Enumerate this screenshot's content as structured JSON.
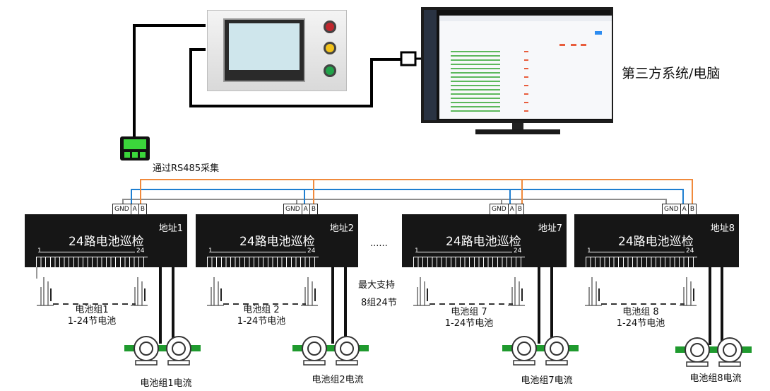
{
  "pc_label": "第三方系统/电脑",
  "rs485_label": "通过RS485采集",
  "ellipsis": "......",
  "max_support": [
    "最大支持",
    "8组24节"
  ],
  "module_title": "24路电池巡检",
  "gnd_labels": [
    "GND",
    "A",
    "B"
  ],
  "tick_first": "1",
  "tick_last": "24",
  "modules": [
    {
      "address": "地址1",
      "group": "电池组1",
      "cells": "1-24节电池",
      "current": "电池组1电流"
    },
    {
      "address": "地址2",
      "group": "电池组 2",
      "cells": "1-24节电池",
      "current": "电池组2电流"
    },
    {
      "address": "地址7",
      "group": "电池组 7",
      "cells": "1-24节电池",
      "current": "电池组7电流"
    },
    {
      "address": "地址8",
      "group": "电池组 8",
      "cells": "1-24节电池",
      "current": "电池组8电流"
    }
  ],
  "colors": {
    "bus_a": "#1f7fd1",
    "bus_b": "#f08a3c",
    "gnd_wire": "#8c8c8c",
    "ct_green": "#1f9a2e",
    "module_bg": "#161616"
  }
}
